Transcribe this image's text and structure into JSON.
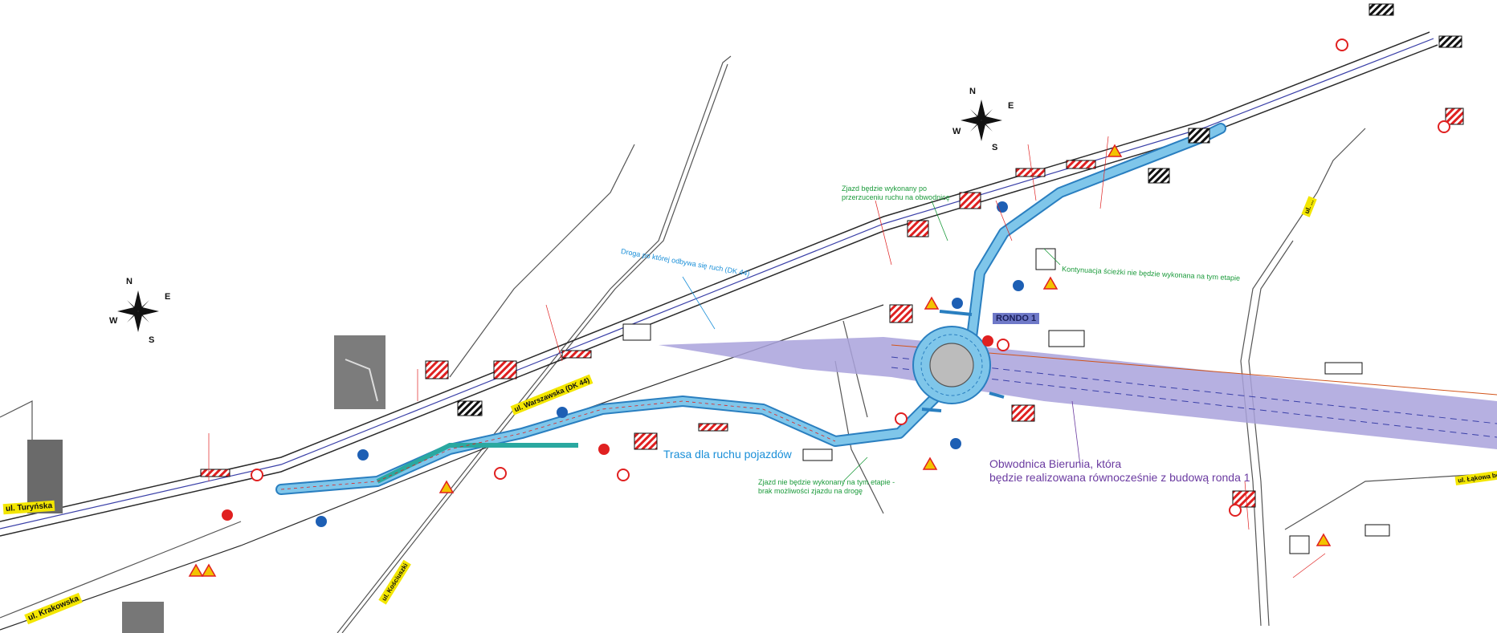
{
  "streets": {
    "turynska": "ul. Turyńska",
    "krakowska": "ul. Krakowska",
    "warszawska": "ul. Warszawska (DK 44)",
    "kosciuszki": "ul. Kościuszki",
    "lakowa": "ul. Łąkowa bo",
    "top_right": "ul. ..."
  },
  "annotations": {
    "dk44_road": "Droga po której odbywa się ruch (DK 44)",
    "exit_after": [
      "Zjazd będzie wykonany po",
      "przerzuceniu ruchu na obwodnicę"
    ],
    "path_continuation": "Kontynuacja ścieżki nie będzie wykonana na tym etapie",
    "route": "Trasa dla ruchu pojazdów",
    "exit_not_built": [
      "Zjazd nie będzie wykonany na tym etapie -",
      "brak możliwości zjazdu na drogę"
    ],
    "bypass": [
      "Obwodnica Bierunia, która",
      "będzie realizowana równocześnie z budową ronda 1"
    ],
    "rondo": "RONDO 1"
  },
  "compass": {
    "n": "N",
    "s": "S",
    "e": "E",
    "w": "W"
  },
  "colors": {
    "route_fill": "#7fc6ea",
    "route_edge": "#2a7fc0",
    "bypass_fill": "#a9a2dc",
    "sign_red": "#e02020",
    "annotation_green": "#1a9a3a",
    "annotation_blue": "#1a8fd8",
    "annotation_purple": "#6a3aa0",
    "street_label_bg": "#f3e600"
  },
  "icons": [
    "compass-rose-icon",
    "traffic-sign-icon",
    "roundabout-icon",
    "barrier-icon",
    "speed-limit-icon"
  ]
}
